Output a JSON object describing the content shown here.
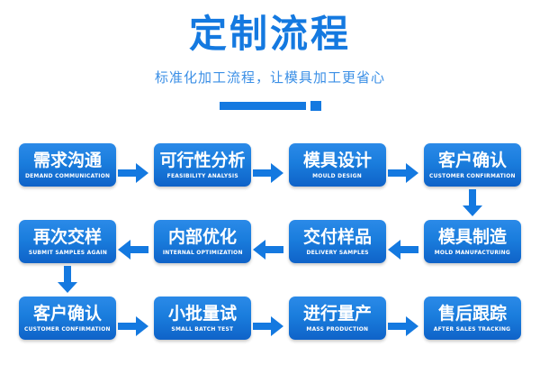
{
  "header": {
    "title": "定制流程",
    "subtitle": "标准化加工流程，让模具加工更省心",
    "accent_color": "#1479e0",
    "subtitle_color": "#3b8fe6"
  },
  "flow": {
    "rows": [
      {
        "direction": "left-to-right",
        "steps": [
          {
            "cn": "需求沟通",
            "en": "DEMAND COMMUNICATION"
          },
          {
            "cn": "可行性分析",
            "en": "FEASIBILITY ANALYSIS"
          },
          {
            "cn": "模具设计",
            "en": "MOULD DESIGN"
          },
          {
            "cn": "客户确认",
            "en": "CUSTOMER CONFIRMATION"
          }
        ]
      },
      {
        "direction": "right-to-left",
        "steps": [
          {
            "cn": "再次交样",
            "en": "SUBMIT SAMPLES AGAIN"
          },
          {
            "cn": "内部优化",
            "en": "INTERNAL OPTIMIZATION"
          },
          {
            "cn": "交付样品",
            "en": "DELIVERY SAMPLES"
          },
          {
            "cn": "模具制造",
            "en": "MOLD MANUFACTURING"
          }
        ]
      },
      {
        "direction": "left-to-right",
        "steps": [
          {
            "cn": "客户确认",
            "en": "CUSTOMER CONFIRMATION"
          },
          {
            "cn": "小批量试",
            "en": "SMALL BATCH TEST"
          },
          {
            "cn": "进行量产",
            "en": "MASS PRODUCTION"
          },
          {
            "cn": "售后跟踪",
            "en": "AFTER SALES TRACKING"
          }
        ]
      }
    ],
    "box_color": "#1a7ddd",
    "arrow_color": "#1479e0"
  }
}
